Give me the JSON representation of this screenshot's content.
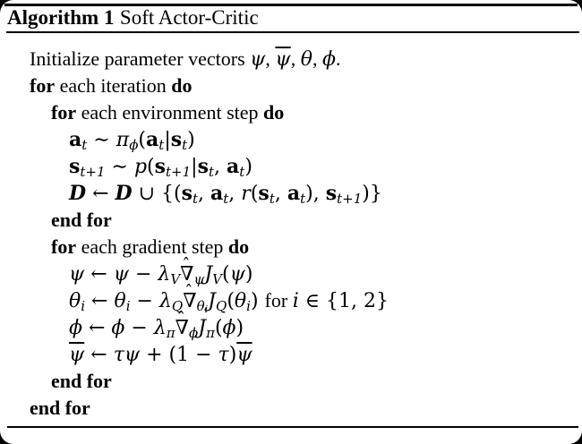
{
  "title": {
    "keyword": "Algorithm 1",
    "name": "Soft Actor-Critic"
  },
  "algorithm": {
    "lines": [
      {
        "indent": 0,
        "tokens": [
          [
            "Initialize parameter vectors ",
            "r"
          ],
          [
            "ψ",
            "i"
          ],
          [
            ", ",
            "r"
          ],
          [
            "ψ",
            "i bar"
          ],
          [
            ", ",
            "r"
          ],
          [
            "θ",
            "i"
          ],
          [
            ", ",
            "r"
          ],
          [
            "ϕ",
            "i"
          ],
          [
            ".",
            "r"
          ]
        ]
      },
      {
        "indent": 0,
        "tokens": [
          [
            "for",
            "b"
          ],
          [
            " each iteration ",
            "r"
          ],
          [
            "do",
            "b"
          ]
        ]
      },
      {
        "indent": 1,
        "tokens": [
          [
            "for",
            "b"
          ],
          [
            " each environment step ",
            "r"
          ],
          [
            "do",
            "b"
          ]
        ]
      },
      {
        "indent": 2,
        "tokens": [
          [
            "a",
            "v"
          ],
          [
            "t",
            "sub i"
          ],
          [
            " ∼ ",
            "m"
          ],
          [
            "π",
            "i"
          ],
          [
            "ϕ",
            "sub i"
          ],
          [
            "(",
            "m"
          ],
          [
            "a",
            "v"
          ],
          [
            "t",
            "sub i"
          ],
          [
            "|",
            "m"
          ],
          [
            "s",
            "v"
          ],
          [
            "t",
            "sub i"
          ],
          [
            ")",
            "m"
          ]
        ]
      },
      {
        "indent": 2,
        "tokens": [
          [
            "s",
            "v"
          ],
          [
            "t+1",
            "sub i"
          ],
          [
            " ∼ ",
            "m"
          ],
          [
            "p",
            "i"
          ],
          [
            "(",
            "m"
          ],
          [
            "s",
            "v"
          ],
          [
            "t+1",
            "sub i"
          ],
          [
            "|",
            "m"
          ],
          [
            "s",
            "v"
          ],
          [
            "t",
            "sub i"
          ],
          [
            ", ",
            "m"
          ],
          [
            "a",
            "v"
          ],
          [
            "t",
            "sub i"
          ],
          [
            ")",
            "m"
          ]
        ]
      },
      {
        "indent": 2,
        "tokens": [
          [
            "D",
            "cal"
          ],
          [
            " ← ",
            "m"
          ],
          [
            "D",
            "cal"
          ],
          [
            " ∪ {(",
            "m"
          ],
          [
            "s",
            "v"
          ],
          [
            "t",
            "sub i"
          ],
          [
            ", ",
            "m"
          ],
          [
            "a",
            "v"
          ],
          [
            "t",
            "sub i"
          ],
          [
            ", ",
            "m"
          ],
          [
            "r",
            "i"
          ],
          [
            "(",
            "m"
          ],
          [
            "s",
            "v"
          ],
          [
            "t",
            "sub i"
          ],
          [
            ", ",
            "m"
          ],
          [
            "a",
            "v"
          ],
          [
            "t",
            "sub i"
          ],
          [
            "), ",
            "m"
          ],
          [
            "s",
            "v"
          ],
          [
            "t+1",
            "sub i"
          ],
          [
            ")}",
            "m"
          ]
        ]
      },
      {
        "indent": 1,
        "tokens": [
          [
            "end for",
            "b"
          ]
        ]
      },
      {
        "indent": 1,
        "tokens": [
          [
            "for",
            "b"
          ],
          [
            " each gradient step ",
            "r"
          ],
          [
            "do",
            "b"
          ]
        ]
      },
      {
        "indent": 2,
        "tokens": [
          [
            "ψ",
            "i"
          ],
          [
            " ← ",
            "m"
          ],
          [
            "ψ",
            "i"
          ],
          [
            " − ",
            "m"
          ],
          [
            "λ",
            "i"
          ],
          [
            "V",
            "sub i"
          ],
          [
            "∇",
            "m"
          ],
          [
            "ˆ",
            "hat"
          ],
          [
            "ψ",
            "sub i"
          ],
          [
            "J",
            "i"
          ],
          [
            "V",
            "sub i"
          ],
          [
            "(",
            "m"
          ],
          [
            "ψ",
            "i"
          ],
          [
            ")",
            "m"
          ]
        ]
      },
      {
        "indent": 2,
        "tokens": [
          [
            "θ",
            "i"
          ],
          [
            "i",
            "sub i"
          ],
          [
            " ← ",
            "m"
          ],
          [
            "θ",
            "i"
          ],
          [
            "i",
            "sub i"
          ],
          [
            " − ",
            "m"
          ],
          [
            "λ",
            "i"
          ],
          [
            "Q",
            "sub i"
          ],
          [
            "∇",
            "m"
          ],
          [
            "ˆ",
            "hat"
          ],
          [
            "θ",
            "sub i"
          ],
          [
            "i",
            "sub2 i"
          ],
          [
            "J",
            "i"
          ],
          [
            "Q",
            "sub i"
          ],
          [
            "(",
            "m"
          ],
          [
            "θ",
            "i"
          ],
          [
            "i",
            "sub i"
          ],
          [
            ") ",
            "m"
          ],
          [
            "for ",
            "r"
          ],
          [
            "i",
            "i"
          ],
          [
            " ∈ {1, 2}",
            "m"
          ]
        ]
      },
      {
        "indent": 2,
        "tokens": [
          [
            "ϕ",
            "i"
          ],
          [
            " ← ",
            "m"
          ],
          [
            "ϕ",
            "i"
          ],
          [
            " − ",
            "m"
          ],
          [
            "λ",
            "i"
          ],
          [
            "π",
            "sub i"
          ],
          [
            "∇",
            "m"
          ],
          [
            "ˆ",
            "hat"
          ],
          [
            "ϕ",
            "sub i"
          ],
          [
            "J",
            "i"
          ],
          [
            "π",
            "sub i"
          ],
          [
            "(",
            "m"
          ],
          [
            "ϕ",
            "i"
          ],
          [
            ")",
            "m"
          ]
        ]
      },
      {
        "indent": 2,
        "tokens": [
          [
            "ψ",
            "i bar"
          ],
          [
            " ← ",
            "m"
          ],
          [
            "τ",
            "i"
          ],
          [
            "ψ",
            "i"
          ],
          [
            " + (1 − ",
            "m"
          ],
          [
            "τ",
            "i"
          ],
          [
            ")",
            "m"
          ],
          [
            "ψ",
            "i bar"
          ]
        ]
      },
      {
        "indent": 1,
        "tokens": [
          [
            "end for",
            "b"
          ]
        ]
      },
      {
        "indent": 0,
        "tokens": [
          [
            "end for",
            "b"
          ]
        ]
      }
    ]
  },
  "colors": {
    "page_background": "#ffffff",
    "text": "#000000",
    "corner_background": "#000000"
  }
}
